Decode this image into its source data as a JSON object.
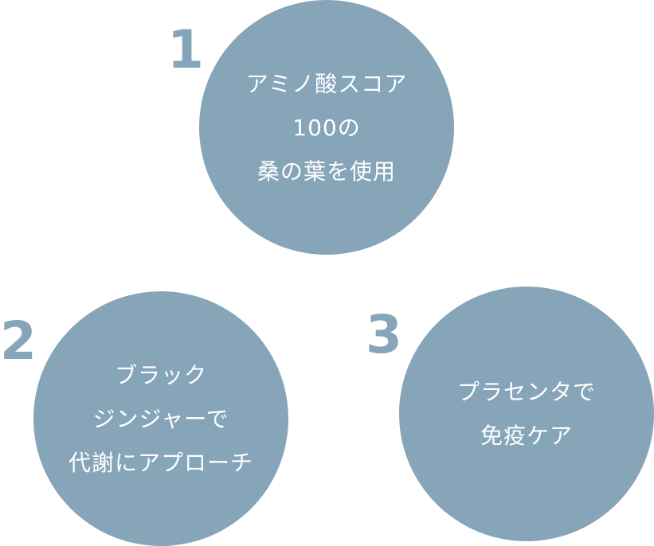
{
  "theme": {
    "circle_color": "#86a5b9",
    "number_color": "#86a5b9",
    "text_color": "#ffffff",
    "background": "#ffffff"
  },
  "features": [
    {
      "number": "1",
      "text": "アミノ酸スコア\n100の\n桑の葉を使用"
    },
    {
      "number": "2",
      "text": "ブラック\nジンジャーで\n代謝にアプローチ"
    },
    {
      "number": "3",
      "text": "プラセンタで\n免疫ケア"
    }
  ]
}
